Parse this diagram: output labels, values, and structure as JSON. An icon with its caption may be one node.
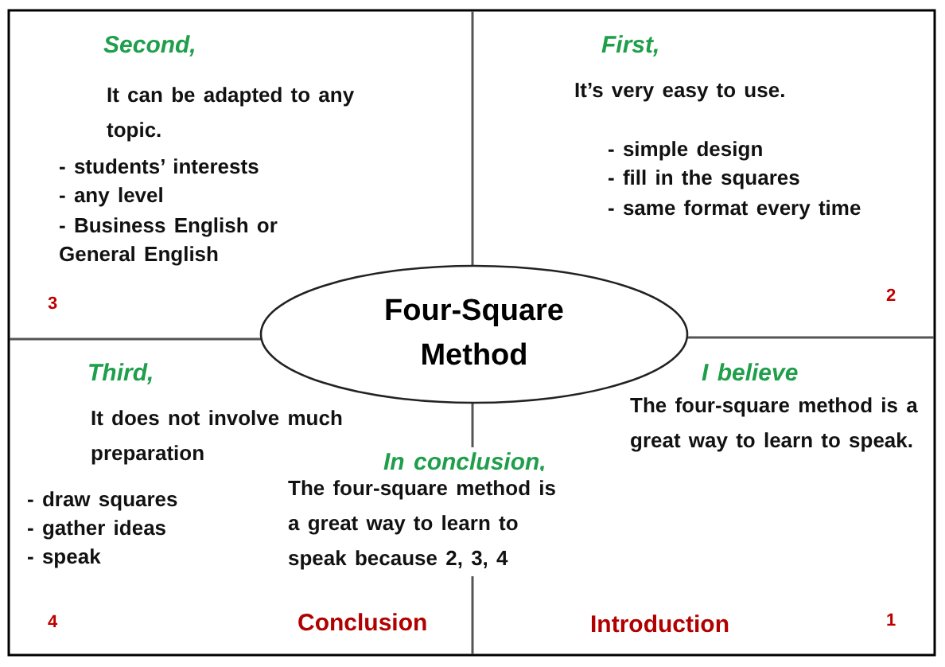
{
  "diagram": {
    "nodes": [
      {
        "text": [
          "Four-Square Method"
        ]
      }
    ],
    "edges": [],
    "labels": [
      "Second,",
      "It can be adapted to any topic.",
      "- students’ interests",
      "- any level",
      "- Business English or General English",
      "3",
      "First,",
      "It’s very easy to use.",
      "- simple design",
      "- fill in the squares",
      "- same format every time",
      "2",
      "Third,",
      "It does not involve much preparation",
      "- draw squares",
      "- gather ideas",
      "- speak",
      "In conclusion,",
      "The four-square method is a great way to learn to speak because 2, 3, 4",
      "4",
      "Conclusion",
      "I believe",
      "The four-square method is a great way to learn to speak.",
      "Introduction",
      "1"
    ]
  }
}
